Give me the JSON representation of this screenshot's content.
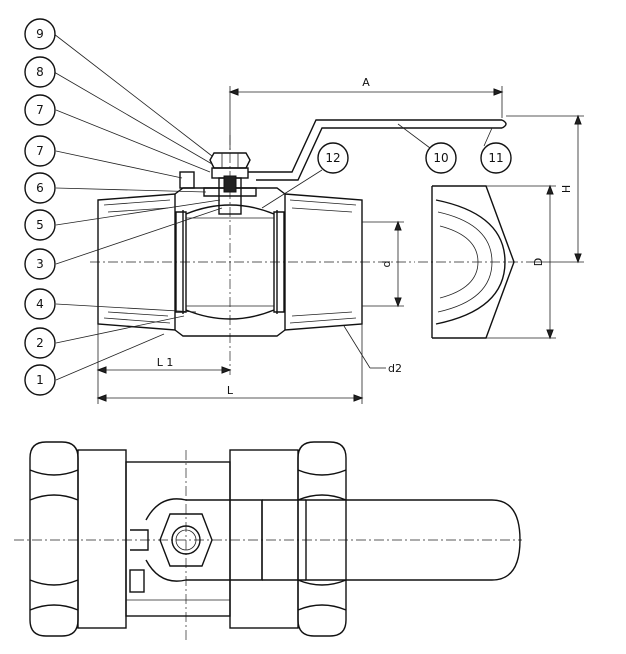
{
  "bubbles": [
    {
      "id": "b9",
      "label": "9"
    },
    {
      "id": "b8",
      "label": "8"
    },
    {
      "id": "b7a",
      "label": "7"
    },
    {
      "id": "b7b",
      "label": "7"
    },
    {
      "id": "b6",
      "label": "6"
    },
    {
      "id": "b5",
      "label": "5"
    },
    {
      "id": "b3",
      "label": "3"
    },
    {
      "id": "b4",
      "label": "4"
    },
    {
      "id": "b2",
      "label": "2"
    },
    {
      "id": "b1",
      "label": "1"
    },
    {
      "id": "b12",
      "label": "12"
    },
    {
      "id": "b10",
      "label": "10"
    },
    {
      "id": "b11",
      "label": "11"
    }
  ],
  "dimensions": {
    "A": "A",
    "H": "H",
    "D": "D",
    "d": "d",
    "d2": "d2",
    "L1": "L 1",
    "L": "L"
  }
}
